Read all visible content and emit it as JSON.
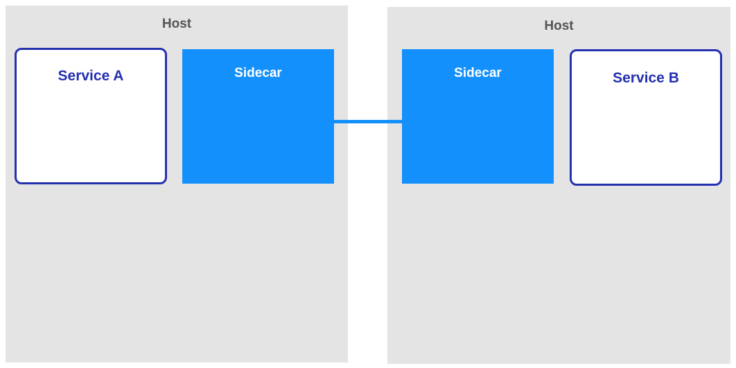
{
  "hosts": [
    {
      "label": "Host"
    },
    {
      "label": "Host"
    }
  ],
  "services": [
    {
      "label": "Service A"
    },
    {
      "label": "Service B"
    }
  ],
  "sidecars": [
    {
      "label": "Sidecar"
    },
    {
      "label": "Sidecar"
    }
  ],
  "colors": {
    "host_background": "#e4e4e4",
    "host_label": "#555555",
    "service_border": "#2430b0",
    "service_label": "#2430b0",
    "sidecar_fill": "#1390fb",
    "sidecar_label": "#ffffff",
    "connector": "#1390fb"
  }
}
